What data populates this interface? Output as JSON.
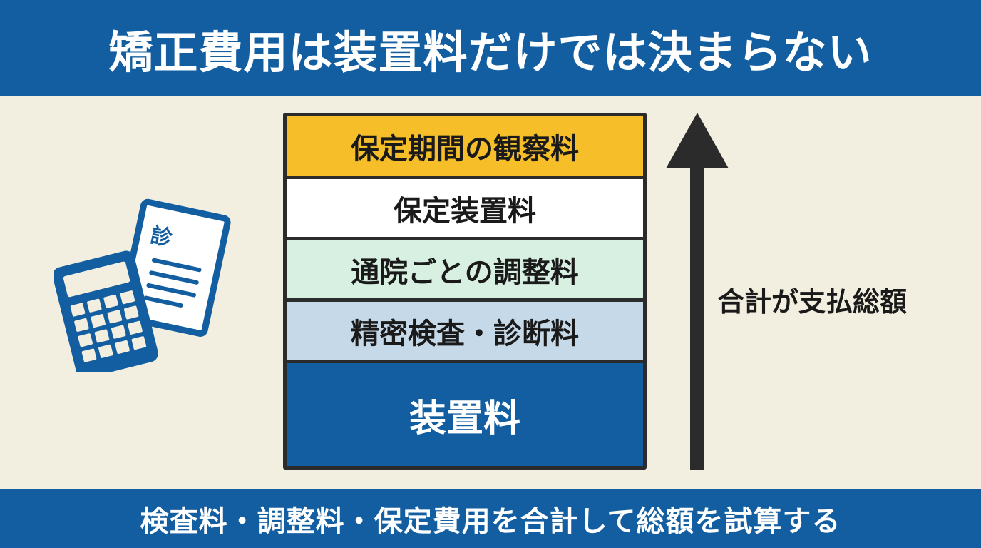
{
  "header": {
    "title": "矯正費用は装置料だけでは決まらない"
  },
  "stack": {
    "layers": [
      {
        "label": "保定期間の観察料",
        "color": "#f6bf2a"
      },
      {
        "label": "保定装置料",
        "color": "#ffffff"
      },
      {
        "label": "通院ごとの調整料",
        "color": "#d8f0e1"
      },
      {
        "label": "精密検査・診断料",
        "color": "#c6d9e9"
      },
      {
        "label": "装置料",
        "color": "#135ea0"
      }
    ]
  },
  "total": {
    "label": "合計が支払総額"
  },
  "illustration": {
    "document_kanji": "診",
    "icons": [
      "calculator-icon",
      "document-icon"
    ]
  },
  "footer": {
    "text": "検査料・調整料・保定費用を合計して総額を試算する"
  },
  "colors": {
    "brand_blue": "#135ea0",
    "background": "#f3efe0",
    "dark": "#2b2b2b"
  }
}
